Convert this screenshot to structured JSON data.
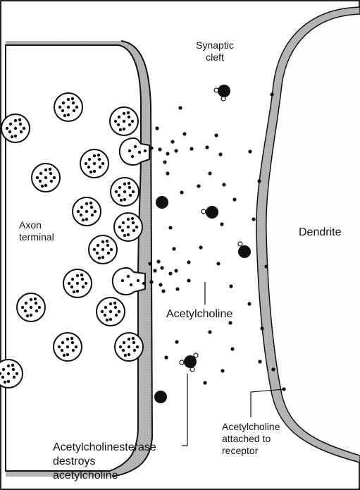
{
  "labels": {
    "synaptic_cleft_line1": "Synaptic",
    "synaptic_cleft_line2": "cleft",
    "axon_terminal_line1": "Axon",
    "axon_terminal_line2": "terminal",
    "dendrite": "Dendrite",
    "acetylcholine": "Acetylcholine",
    "attached_line1": "Acetylcholine",
    "attached_line2": "attached to",
    "attached_line3": "receptor",
    "esterase_line1": "Acetylcholinesterase",
    "esterase_line2": "destroys",
    "esterase_line3": "acetylcholine"
  }
}
